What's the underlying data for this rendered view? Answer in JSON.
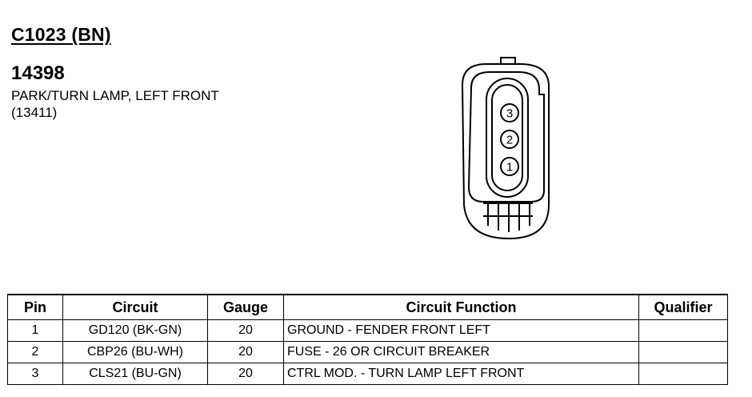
{
  "header": {
    "connector_id": "C1023 (BN)",
    "part_number": "14398",
    "description": "PARK/TURN LAMP, LEFT FRONT",
    "reference": "(13411)"
  },
  "connector_diagram": {
    "pin_labels": [
      "3",
      "2",
      "1"
    ]
  },
  "table": {
    "headers": {
      "pin": "Pin",
      "circuit": "Circuit",
      "gauge": "Gauge",
      "function": "Circuit Function",
      "qualifier": "Qualifier"
    },
    "rows": [
      {
        "pin": "1",
        "circuit": "GD120 (BK-GN)",
        "gauge": "20",
        "function": "GROUND - FENDER FRONT LEFT",
        "qualifier": ""
      },
      {
        "pin": "2",
        "circuit": "CBP26 (BU-WH)",
        "gauge": "20",
        "function": "FUSE - 26 OR CIRCUIT BREAKER",
        "qualifier": ""
      },
      {
        "pin": "3",
        "circuit": "CLS21 (BU-GN)",
        "gauge": "20",
        "function": "CTRL MOD. - TURN LAMP LEFT FRONT",
        "qualifier": ""
      }
    ]
  }
}
